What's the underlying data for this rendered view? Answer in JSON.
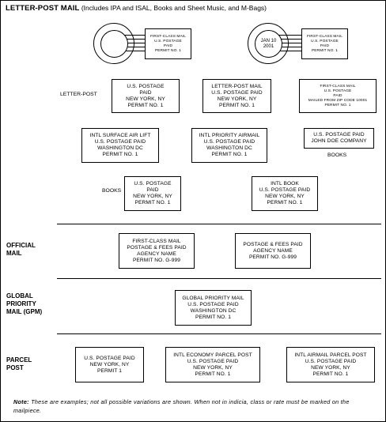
{
  "header": {
    "title": "LETTER-POST MAIL",
    "subtitle": "(Includes IPA and ISAL, Books and Sheet Music, and M-Bags)"
  },
  "postmarks": [
    {
      "lines": [],
      "indicia": [
        "FIRST-CLASS MAIL",
        "U.S. POSTAGE",
        "PAID",
        "PERMIT NO. 1"
      ]
    },
    {
      "lines": [
        "JAN 10",
        "2001"
      ],
      "indicia": [
        "FIRST-CLASS MAIL",
        "U.S. POSTAGE",
        "PAID",
        "PERMIT NO. 1"
      ]
    }
  ],
  "letter_post": {
    "label": "LETTER-POST",
    "row1": [
      [
        "U.S. POSTAGE",
        "PAID",
        "NEW YORK, NY",
        "PERMIT NO. 1"
      ],
      [
        "LETTER-POST MAIL",
        "U.S. POSTAGE PAID",
        "NEW YORK, NY",
        "PERMIT NO. 1"
      ],
      [
        "FIRST-CLASS MAIL",
        "U.S. POSTAGE",
        "PAID",
        "MAILED FROM ZIP CODE 10001",
        "PERMIT NO. 1"
      ]
    ],
    "row2": [
      [
        "INTL SURFACE AIR LIFT",
        "U.S. POSTAGE PAID",
        "WASHINGTON DC",
        "PERMIT NO. 1"
      ],
      [
        "INTL PRIORITY AIRMAIL",
        "U.S. POSTAGE PAID",
        "WASHINGTON DC",
        "PERMIT NO. 1"
      ],
      [
        "U.S. POSTAGE PAID",
        "JOHN DOE COMPANY"
      ]
    ],
    "books_label_right": "BOOKS",
    "books_label_left": "BOOKS",
    "row3": [
      [
        "U.S. POSTAGE",
        "PAID",
        "NEW YORK, NY",
        "PERMIT NO. 1"
      ],
      [
        "INTL BOOK",
        "U.S. POSTAGE PAID",
        "NEW YORK, NY",
        "PERMIT NO. 1"
      ]
    ]
  },
  "official": {
    "label": [
      "OFFICIAL",
      "MAIL"
    ],
    "boxes": [
      [
        "FIRST-CLASS MAIL",
        "POSTAGE & FEES PAID",
        "AGENCY NAME",
        "PERMIT NO. G-999"
      ],
      [
        "POSTAGE & FEES PAID",
        "AGENCY NAME",
        "PERMIT NO. G-999"
      ]
    ]
  },
  "gpm": {
    "label": [
      "GLOBAL",
      "PRIORITY",
      "MAIL (GPM)"
    ],
    "box": [
      "GLOBAL PRIORITY MAIL",
      "U.S. POSTAGE PAID",
      "WASHINGTON DC",
      "PERMIT NO. 1"
    ]
  },
  "parcel": {
    "label": [
      "PARCEL",
      "POST"
    ],
    "boxes": [
      [
        "U.S. POSTAGE PAID",
        "NEW YORK, NY",
        "PERMIT 1"
      ],
      [
        "INTL ECONOMY PARCEL POST",
        "U.S. POSTAGE PAID",
        "NEW YORK, NY",
        "PERMIT NO. 1"
      ],
      [
        "INTL AIRMAIL PARCEL POST",
        "U.S. POSTAGE PAID",
        "NEW YORK, NY",
        "PERMIT NO. 1"
      ]
    ]
  },
  "note": {
    "lead": "Note:",
    "text": "These are examples; not all possible variations are shown. When not in indicia, class or rate must be marked on the mailpiece."
  }
}
